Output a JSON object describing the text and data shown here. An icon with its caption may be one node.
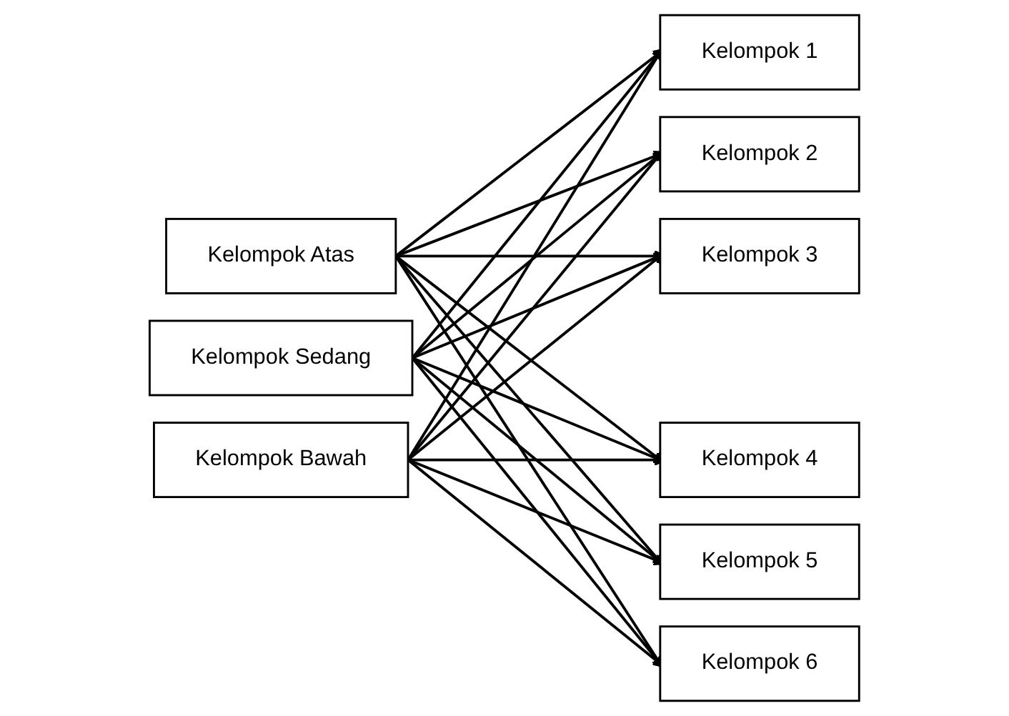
{
  "diagram": {
    "nodes": [
      {
        "text": [
          "Kelompok Atas"
        ]
      },
      {
        "text": [
          "Kelompok Sedang"
        ]
      },
      {
        "text": [
          "Kelompok Bawah"
        ]
      },
      {
        "text": [
          "Kelompok 1"
        ]
      },
      {
        "text": [
          "Kelompok 2"
        ]
      },
      {
        "text": [
          "Kelompok 3"
        ]
      },
      {
        "text": [
          "Kelompok 4"
        ]
      },
      {
        "text": [
          "Kelompok 5"
        ]
      },
      {
        "text": [
          "Kelompok 6"
        ]
      }
    ],
    "edges": [
      {
        "from": 0,
        "to": 3,
        "arrow": "to"
      },
      {
        "from": 0,
        "to": 4,
        "arrow": "to"
      },
      {
        "from": 0,
        "to": 5,
        "arrow": "to"
      },
      {
        "from": 0,
        "to": 6,
        "arrow": "to"
      },
      {
        "from": 0,
        "to": 7,
        "arrow": "to"
      },
      {
        "from": 0,
        "to": 8,
        "arrow": "to"
      },
      {
        "from": 1,
        "to": 3,
        "arrow": "to"
      },
      {
        "from": 1,
        "to": 4,
        "arrow": "to"
      },
      {
        "from": 1,
        "to": 5,
        "arrow": "to"
      },
      {
        "from": 1,
        "to": 6,
        "arrow": "to"
      },
      {
        "from": 1,
        "to": 7,
        "arrow": "to"
      },
      {
        "from": 1,
        "to": 8,
        "arrow": "to"
      },
      {
        "from": 2,
        "to": 3,
        "arrow": "to"
      },
      {
        "from": 2,
        "to": 4,
        "arrow": "to"
      },
      {
        "from": 2,
        "to": 5,
        "arrow": "to"
      },
      {
        "from": 2,
        "to": 6,
        "arrow": "to"
      },
      {
        "from": 2,
        "to": 7,
        "arrow": "to"
      },
      {
        "from": 2,
        "to": 8,
        "arrow": "to"
      }
    ]
  }
}
